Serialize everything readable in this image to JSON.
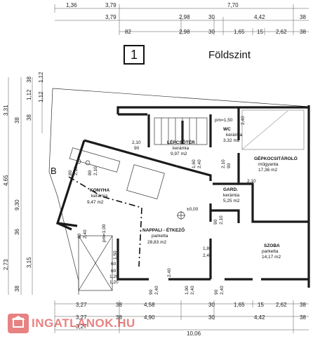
{
  "header": {
    "floor_number": "1",
    "floor_title": "Földszint"
  },
  "dimensions": {
    "top_row1": [
      "1,36",
      "3,79",
      "7,70"
    ],
    "top_row2": [
      "3,79",
      "2,98",
      "30",
      "4,42",
      "38"
    ],
    "top_row3": [
      "82",
      "2,98",
      "30",
      "1,65",
      "15",
      "2,62",
      "38"
    ],
    "left_outer": [
      "3,31",
      "4,65",
      "9,30",
      "2,73"
    ],
    "left_inner": [
      "38",
      "1,12",
      "38",
      "38",
      "3,15",
      "38"
    ],
    "left_mid": [
      "1,12",
      "1,12",
      "36"
    ],
    "bottom_row1": [
      "3,27",
      "38",
      "4,58",
      "30",
      "1,65",
      "15",
      "2,62",
      "38"
    ],
    "bottom_row2": [
      "3,27",
      "38",
      "4,90",
      "30",
      "4,42",
      "38"
    ],
    "bottom_row3": [
      "3,27",
      "10,06"
    ]
  },
  "rooms": [
    {
      "name": "LÉPCSŐTÉR",
      "finish": "kerámia",
      "area": "9,97 m2"
    },
    {
      "name": "WC",
      "finish": "kerámia",
      "area": "3,32 m2"
    },
    {
      "name": "GÉPKOCSITÁROLÓ",
      "finish": "műgyanta",
      "area": "17,36 m2"
    },
    {
      "name": "KONYHA",
      "finish": "kerámia",
      "area": "9,47 m2"
    },
    {
      "name": "GARD.",
      "finish": "kerámia",
      "area": "5,25 m2"
    },
    {
      "name": "NAPPALI - ÉTKEZŐ",
      "finish": "parketta",
      "area": "28,83 m2"
    },
    {
      "name": "SZOBA",
      "finish": "parketta",
      "area": "14,17 m2"
    }
  ],
  "openings": [
    "2,10",
    "90",
    "1,60",
    "2,40",
    "pm=1,50",
    "2,40",
    "2,10",
    "90",
    "2,10",
    "80",
    "2,10",
    "80",
    "2,10",
    "60",
    "2,40",
    "1,80",
    "2,40",
    "90",
    "2,40",
    "1,90",
    "2,40",
    "90",
    "2,40",
    "60",
    "1,50",
    "60",
    "1,20",
    "1,20",
    "pm=1,00",
    "2,40",
    "90",
    "2,10"
  ],
  "level_mark": "±0,00",
  "section_mark": "B",
  "watermark": "INGATLANOK.HU"
}
